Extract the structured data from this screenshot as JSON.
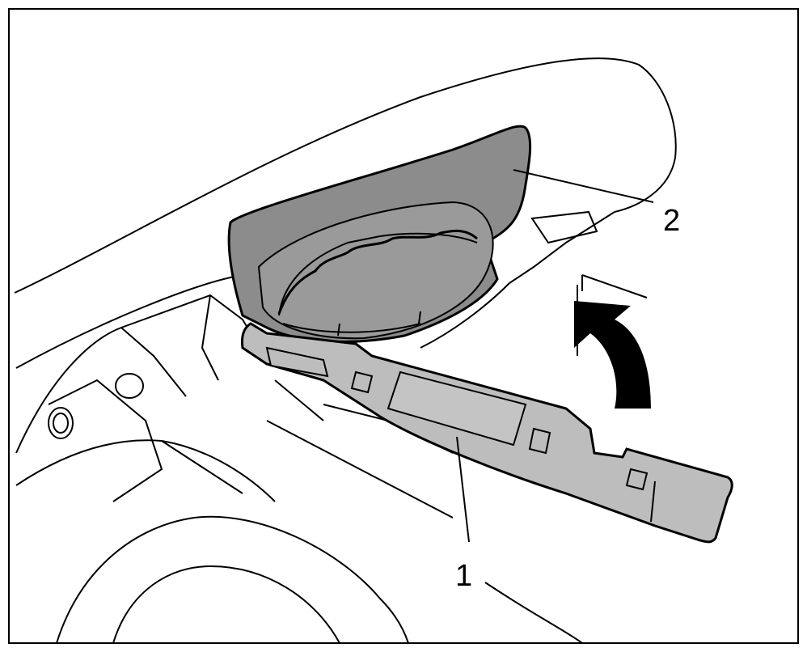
{
  "figure": {
    "callouts": [
      {
        "id": "1",
        "label": "1"
      },
      {
        "id": "2",
        "label": "2"
      }
    ],
    "colors": {
      "line": "#000000",
      "background": "#ffffff",
      "cap_fill": "#8c8c8c",
      "cap_inner_fill": "#9a9a9a",
      "tool_fill": "#bdbdbd",
      "arrow_fill": "#000000"
    },
    "icons": [
      "curved-arrow-icon"
    ]
  }
}
